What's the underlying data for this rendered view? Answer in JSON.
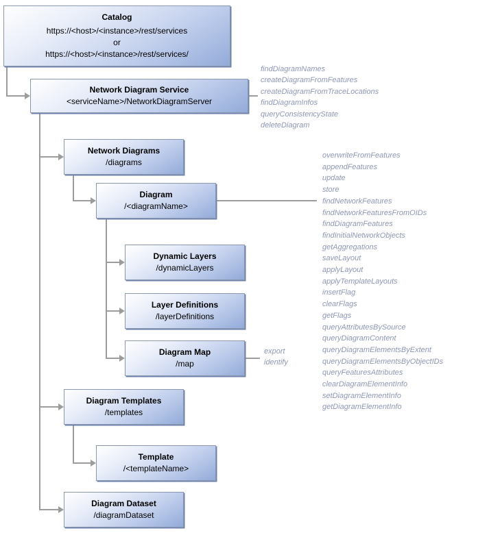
{
  "colors": {
    "background": "#ffffff",
    "node_gradient_top": "#ffffff",
    "node_gradient_mid": "#c5d2ee",
    "node_gradient_bottom": "#93abd9",
    "node_border": "#8a97ad",
    "node_shadow": "#6d82ad",
    "connector_line": "#9c9c9c",
    "operation_text": "#8f97b5",
    "node_text": "#000000"
  },
  "boxes": {
    "catalog": {
      "title": "Catalog",
      "url_primary": "https://<host>/<instance>/rest/services",
      "or_label": "or",
      "url_alternate": "https://<host>/<instance>/rest/services/"
    },
    "network_diagram_service": {
      "title": "Network Diagram Service",
      "subtitle": "<serviceName>/NetworkDiagramServer"
    },
    "network_diagrams": {
      "title": "Network Diagrams",
      "subtitle": "/diagrams"
    },
    "diagram": {
      "title": "Diagram",
      "subtitle": "/<diagramName>"
    },
    "dynamic_layers": {
      "title": "Dynamic Layers",
      "subtitle": "/dynamicLayers"
    },
    "layer_definitions": {
      "title": "Layer Definitions",
      "subtitle": "/layerDefinitions"
    },
    "diagram_map": {
      "title": "Diagram Map",
      "subtitle": "/map"
    },
    "diagram_templates": {
      "title": "Diagram Templates",
      "subtitle": "/templates"
    },
    "template": {
      "title": "Template",
      "subtitle": "/<templateName>"
    },
    "diagram_dataset": {
      "title": "Diagram Dataset",
      "subtitle": "/diagramDataset"
    }
  },
  "operations": {
    "service": [
      "findDiagramNames",
      "createDiagramFromFeatures",
      "createDiagramFromTraceLocations",
      "findDiagramInfos",
      "queryConsistencyState",
      "deleteDiagram"
    ],
    "diagram": [
      "overwriteFromFeatures",
      "appendFeatures",
      "update",
      "store",
      "findNetworkFeatures",
      "findNetworkFeaturesFromOIDs",
      "findDiagramFeatures",
      "findInitialNetworkObjects",
      "getAggregations",
      "saveLayout",
      "applyLayout",
      "applyTemplateLayouts",
      "insertFlag",
      "clearFlags",
      "getFlags",
      "queryAttributesBySource",
      "queryDiagramContent",
      "queryDiagramElementsByExtent",
      "queryDiagramElementsByObjectIDs",
      "queryFeaturesAttributes",
      "clearDiagramElementInfo",
      "setDiagramElementInfo",
      "getDiagramElementInfo"
    ],
    "map": [
      "export",
      "identify"
    ]
  }
}
